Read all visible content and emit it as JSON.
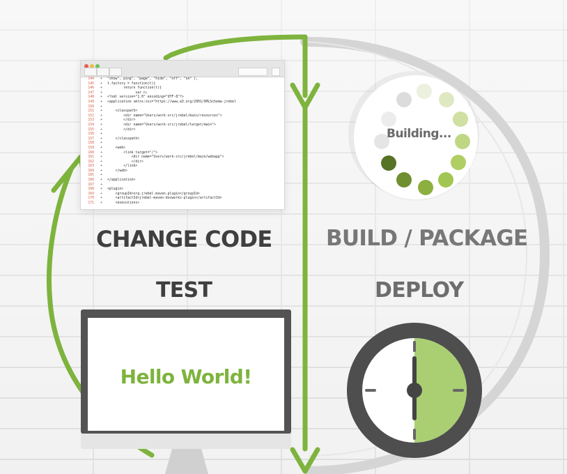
{
  "labels": {
    "change_code": "CHANGE CODE",
    "build_package": "BUILD / PACKAGE",
    "test": "TEST",
    "deploy": "DEPLOY",
    "building": "Building...",
    "hello_world": "Hello World!"
  },
  "code_window": {
    "lines": [
      {
        "no": "144",
        "bullet": "+",
        "text": "\"show\", ping\", \"page\", \"hide\", \"off\", \"on\" ],"
      },
      {
        "no": "145",
        "bullet": "+",
        "text": "t.factory = function(t){"
      },
      {
        "no": "146",
        "bullet": "+",
        "text": "        return function(t){"
      },
      {
        "no": "147",
        "bullet": "+",
        "text": "              var n;"
      },
      {
        "no": "148",
        "bullet": "+",
        "text": "<?xml version=\"1.0\" encoding=\"UTF-8\"?>"
      },
      {
        "no": "149",
        "bullet": "+",
        "text": "<application xmlns:xsi=\"https://www.w3.org/2001/XMLSchema-jrebel"
      },
      {
        "no": "150",
        "bullet": "+",
        "text": ""
      },
      {
        "no": "151",
        "bullet": "+",
        "text": "    <classpath>"
      },
      {
        "no": "152",
        "bullet": "+",
        "text": "        <dir name=\"Users/work-src/jrebel/main/resources\">"
      },
      {
        "no": "153",
        "bullet": "+",
        "text": "        </dir>"
      },
      {
        "no": "154",
        "bullet": "+",
        "text": "        <dir name=\"Users/work-src/jrebel/target/main\">"
      },
      {
        "no": "155",
        "bullet": "+",
        "text": "        </dir>"
      },
      {
        "no": "156",
        "bullet": "+",
        "text": ""
      },
      {
        "no": "157",
        "bullet": "+",
        "text": "    </classpath>"
      },
      {
        "no": "158",
        "bullet": "+",
        "text": ""
      },
      {
        "no": "159",
        "bullet": "+",
        "text": "    <web>"
      },
      {
        "no": "160",
        "bullet": "+",
        "text": "        <link target=\"/\">"
      },
      {
        "no": "161",
        "bullet": "+",
        "text": "            <dir name=\"Users/work-src/jrebel/main/webapp\">"
      },
      {
        "no": "162",
        "bullet": "+",
        "text": "            </dir>"
      },
      {
        "no": "163",
        "bullet": "+",
        "text": "        </link>"
      },
      {
        "no": "164",
        "bullet": "+",
        "text": "    </web>"
      },
      {
        "no": "165",
        "bullet": "+",
        "text": ""
      },
      {
        "no": "166",
        "bullet": "+",
        "text": "</application>"
      },
      {
        "no": "167",
        "bullet": "+",
        "text": ""
      },
      {
        "no": "168",
        "bullet": "+",
        "text": "<plugin>"
      },
      {
        "no": "169",
        "bullet": "+",
        "text": "    <groupId>org.jrebel.maven.plugin</groupId>"
      },
      {
        "no": "170",
        "bullet": "+",
        "text": "    <artifactId>jrebel-maven-docwerks-plugin</artifactId>"
      },
      {
        "no": "171",
        "bullet": "+",
        "text": "    <executions>"
      }
    ]
  },
  "spinner": {
    "dot_colors": [
      "#ecf0de",
      "#dfe9c1",
      "#cfe0a2",
      "#bfd783",
      "#afcf64",
      "#a1c652",
      "#8caf3f",
      "#6f8f31",
      "#577326",
      "#e5e5e5",
      "#ececec",
      "#dcdcdc"
    ]
  },
  "clock": {
    "progress_fraction": 0.5
  },
  "colors": {
    "accent_green": "#7eb33d",
    "dark_gray": "#3f3f3f",
    "mid_gray": "#777777",
    "light_gray": "#d9d9d9",
    "clock_fill": "#a9cf72",
    "wall": "#efefef"
  },
  "icons": {
    "window_controls": "window-controls-icon",
    "monitor": "monitor-icon",
    "spinner": "spinner-icon",
    "clock": "clock-icon",
    "cycle_arrow": "cycle-arrow-icon"
  }
}
